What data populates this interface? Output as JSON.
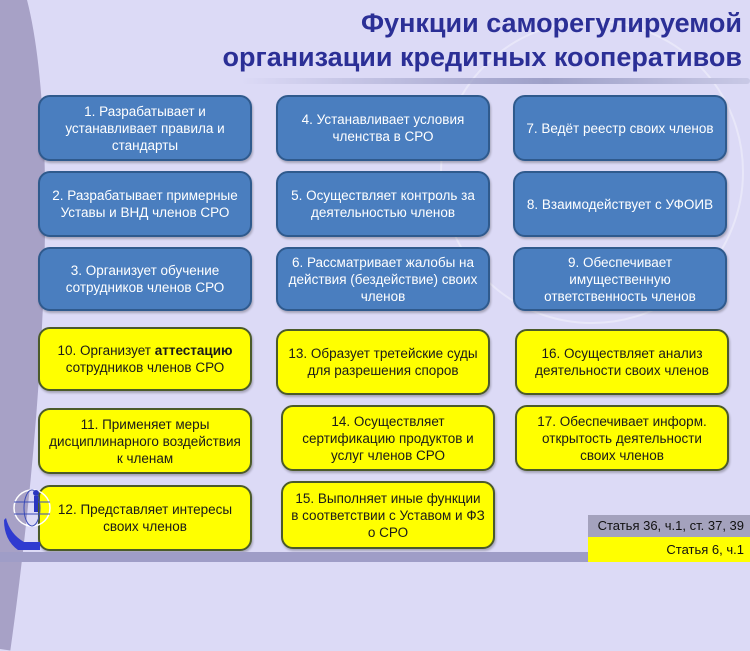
{
  "title": {
    "line1": "Функции саморегулируемой",
    "line2": "организации кредитных кооперативов"
  },
  "colors": {
    "title": "#2b2f96",
    "blue_box": "#4a7ebf",
    "yellow_box": "#ffff00",
    "background": "#dcdaf6"
  },
  "functions": [
    {
      "n": 1,
      "text": "1. Разрабатывает и устанавливает правила и стандарты",
      "color": "blue"
    },
    {
      "n": 2,
      "text": "2. Разрабатывает примерные Уставы и ВНД членов СРО",
      "color": "blue"
    },
    {
      "n": 3,
      "text": "3. Организует обучение сотрудников членов СРО",
      "color": "blue"
    },
    {
      "n": 4,
      "text": "4. Устанавливает условия членства в СРО",
      "color": "blue"
    },
    {
      "n": 5,
      "text": "5. Осуществляет контроль за деятельностью членов",
      "color": "blue"
    },
    {
      "n": 6,
      "text": "6. Рассматривает жалобы на действия (бездействие) своих членов",
      "color": "blue"
    },
    {
      "n": 7,
      "text": "7. Ведёт реестр своих членов",
      "color": "blue"
    },
    {
      "n": 8,
      "text": "8. Взаимодействует с УФОИВ",
      "color": "blue"
    },
    {
      "n": 9,
      "text": "9. Обеспечивает имущественную ответственность членов",
      "color": "blue"
    },
    {
      "n": 10,
      "text_prefix": "10. Организует ",
      "text_bold": "аттестацию",
      "text_suffix": " сотрудников членов СРО",
      "color": "yellow"
    },
    {
      "n": 11,
      "text": "11. Применяет меры дисциплинарного воздействия к членам",
      "color": "yellow"
    },
    {
      "n": 12,
      "text": "12. Представляет интересы своих членов",
      "color": "yellow"
    },
    {
      "n": 13,
      "text": "13. Образует третейские суды для разрешения споров",
      "color": "yellow"
    },
    {
      "n": 14,
      "text": "14. Осуществляет сертификацию продуктов и услуг членов СРО",
      "color": "yellow"
    },
    {
      "n": 15,
      "text": "15. Выполняет иные функции в соответствии с Уставом и ФЗ о СРО",
      "color": "yellow"
    },
    {
      "n": 16,
      "text": "16. Осуществляет анализ деятельности своих членов",
      "color": "yellow"
    },
    {
      "n": 17,
      "text": "17. Обеспечивает информ. открытость деятельности своих членов",
      "color": "yellow"
    }
  ],
  "references": {
    "blue_ref": "Статья 36, ч.1, ст. 37, 39",
    "yellow_ref": "Статья 6, ч.1"
  },
  "logo_icon": "globe-hands-logo-icon"
}
